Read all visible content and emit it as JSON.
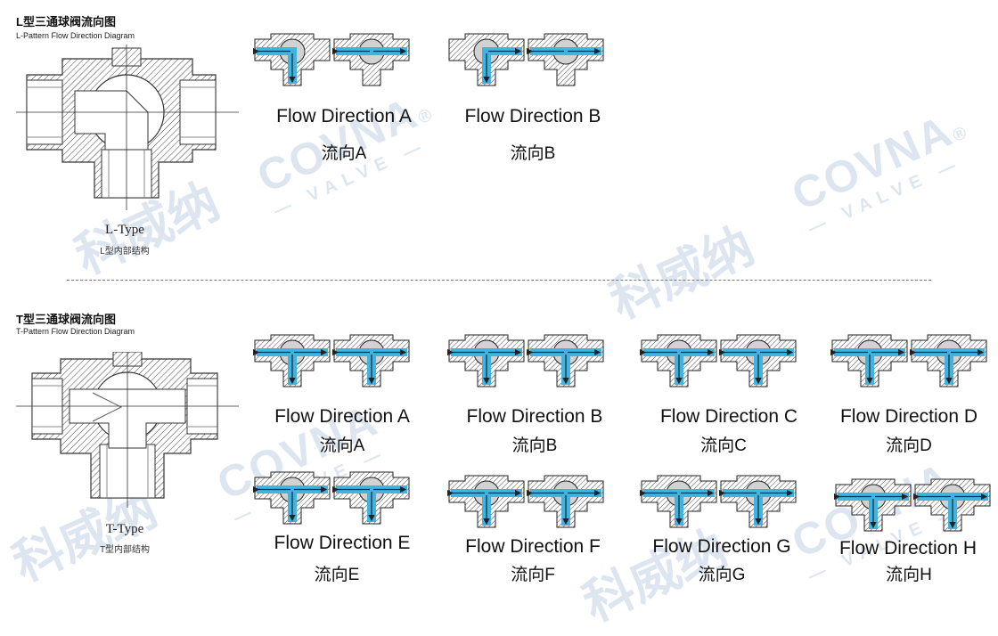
{
  "watermark": {
    "cn": "科威纳",
    "en": "COVNA",
    "sub": "— VALVE —",
    "reg": "®"
  },
  "colors": {
    "flow": "#3fb4e2",
    "body": "#ffffff",
    "hatch": "#333333",
    "ball": "#d2d2d2"
  },
  "l_section": {
    "title": "L型三通球阀流向图",
    "subtitle": "L-Pattern Flow Direction Diagram",
    "type_label": "L-Type",
    "type_sub": "L型内部结构",
    "directions": [
      {
        "en": "Flow Direction A",
        "cn": "流向A"
      },
      {
        "en": "Flow Direction B",
        "cn": "流向B"
      }
    ]
  },
  "t_section": {
    "title": "T型三通球阀流向图",
    "subtitle": "T-Pattern Flow Direction Diagram",
    "type_label": "T-Type",
    "type_sub": "T型内部结构",
    "directions": [
      {
        "en": "Flow Direction A",
        "cn": "流向A"
      },
      {
        "en": "Flow Direction B",
        "cn": "流向B"
      },
      {
        "en": "Flow Direction C",
        "cn": "流向C"
      },
      {
        "en": "Flow Direction D",
        "cn": "流向D"
      },
      {
        "en": "Flow Direction E",
        "cn": "流向E"
      },
      {
        "en": "Flow Direction F",
        "cn": "流向F"
      },
      {
        "en": "Flow Direction G",
        "cn": "流向G"
      },
      {
        "en": "Flow Direction H",
        "cn": "流向H"
      }
    ]
  }
}
